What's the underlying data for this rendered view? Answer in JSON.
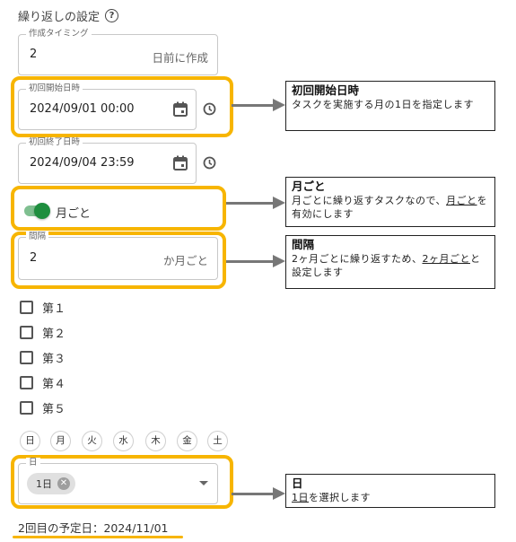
{
  "section": {
    "title": "繰り返しの設定",
    "help_icon": "help-circle-icon"
  },
  "timing": {
    "label": "作成タイミング",
    "value": "2",
    "suffix": "日前に作成"
  },
  "start": {
    "label": "初回開始日時",
    "value": "2024/09/01 00:00"
  },
  "end": {
    "label": "初回終了日時",
    "value": "2024/09/04 23:59"
  },
  "monthly": {
    "label": "月ごと",
    "enabled": true
  },
  "interval": {
    "label": "間隔",
    "value": "2",
    "suffix": "か月ごと"
  },
  "weeks": [
    "第１",
    "第２",
    "第３",
    "第４",
    "第５"
  ],
  "weekdays": [
    "日",
    "月",
    "火",
    "水",
    "木",
    "金",
    "土"
  ],
  "day_select": {
    "label": "日",
    "chip": "1日"
  },
  "next_schedule": "2回目の予定日：2024/11/01",
  "notes": {
    "start": {
      "title": "初回開始日時",
      "text": "タスクを実施する月の1日を指定します"
    },
    "monthly": {
      "title": "月ごと",
      "text_pre": "月ごとに繰り返すタスクなので、",
      "text_link": "月ごと",
      "text_post": "を有効にします"
    },
    "interval": {
      "title": "間隔",
      "text_pre": "2ヶ月ごとに繰り返すため、",
      "text_link": "2ヶ月ごと",
      "text_post": "と設定します"
    },
    "day": {
      "title": "日",
      "text_link": "1日",
      "text_post": "を選択します"
    }
  },
  "colors": {
    "highlight": "#f7b500",
    "toggle_on": "#1e8e3e",
    "arrow": "#777777"
  }
}
